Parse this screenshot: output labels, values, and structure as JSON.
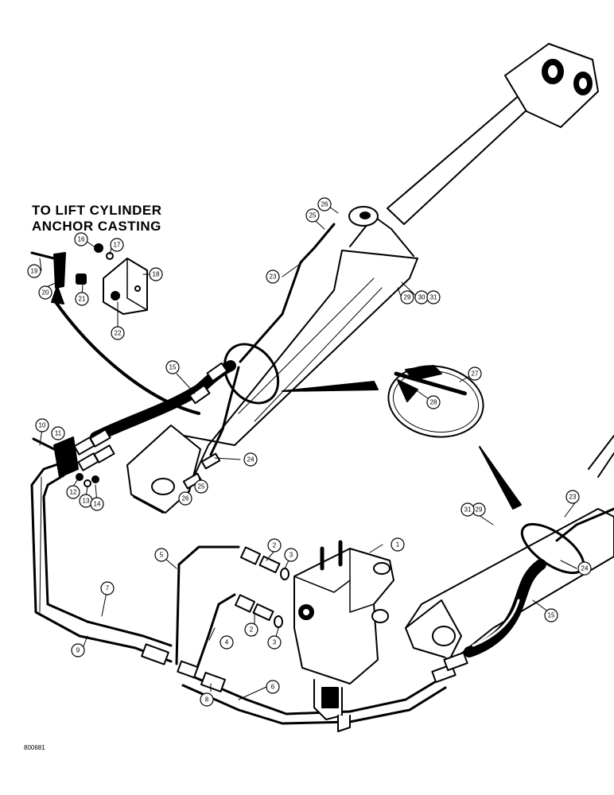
{
  "heading": {
    "line1": "TO LIFT CYLINDER",
    "line2": "ANCHOR CASTING"
  },
  "figure_id": "800681",
  "callouts": [
    {
      "id": "c1",
      "label": "1"
    },
    {
      "id": "c2a",
      "label": "2"
    },
    {
      "id": "c2b",
      "label": "2"
    },
    {
      "id": "c3a",
      "label": "3"
    },
    {
      "id": "c3b",
      "label": "3"
    },
    {
      "id": "c4",
      "label": "4"
    },
    {
      "id": "c5",
      "label": "5"
    },
    {
      "id": "c6",
      "label": "6"
    },
    {
      "id": "c7",
      "label": "7"
    },
    {
      "id": "c8",
      "label": "8"
    },
    {
      "id": "c9",
      "label": "9"
    },
    {
      "id": "c10",
      "label": "10"
    },
    {
      "id": "c11",
      "label": "11"
    },
    {
      "id": "c12",
      "label": "12"
    },
    {
      "id": "c13",
      "label": "13"
    },
    {
      "id": "c14",
      "label": "14"
    },
    {
      "id": "c15a",
      "label": "15"
    },
    {
      "id": "c15b",
      "label": "15"
    },
    {
      "id": "c16",
      "label": "16"
    },
    {
      "id": "c17",
      "label": "17"
    },
    {
      "id": "c18",
      "label": "18"
    },
    {
      "id": "c19",
      "label": "19"
    },
    {
      "id": "c20",
      "label": "20"
    },
    {
      "id": "c21",
      "label": "21"
    },
    {
      "id": "c22",
      "label": "22"
    },
    {
      "id": "c23a",
      "label": "23"
    },
    {
      "id": "c23b",
      "label": "23"
    },
    {
      "id": "c24a",
      "label": "24"
    },
    {
      "id": "c24b",
      "label": "24"
    },
    {
      "id": "c25a",
      "label": "25"
    },
    {
      "id": "c25b",
      "label": "25"
    },
    {
      "id": "c26a",
      "label": "26"
    },
    {
      "id": "c26b",
      "label": "26"
    },
    {
      "id": "c27",
      "label": "27"
    },
    {
      "id": "c28",
      "label": "28"
    },
    {
      "id": "c29a",
      "label": "29"
    },
    {
      "id": "c29b",
      "label": "29"
    },
    {
      "id": "c30",
      "label": "30"
    },
    {
      "id": "c31a",
      "label": "31"
    },
    {
      "id": "c31b",
      "label": "31"
    }
  ]
}
